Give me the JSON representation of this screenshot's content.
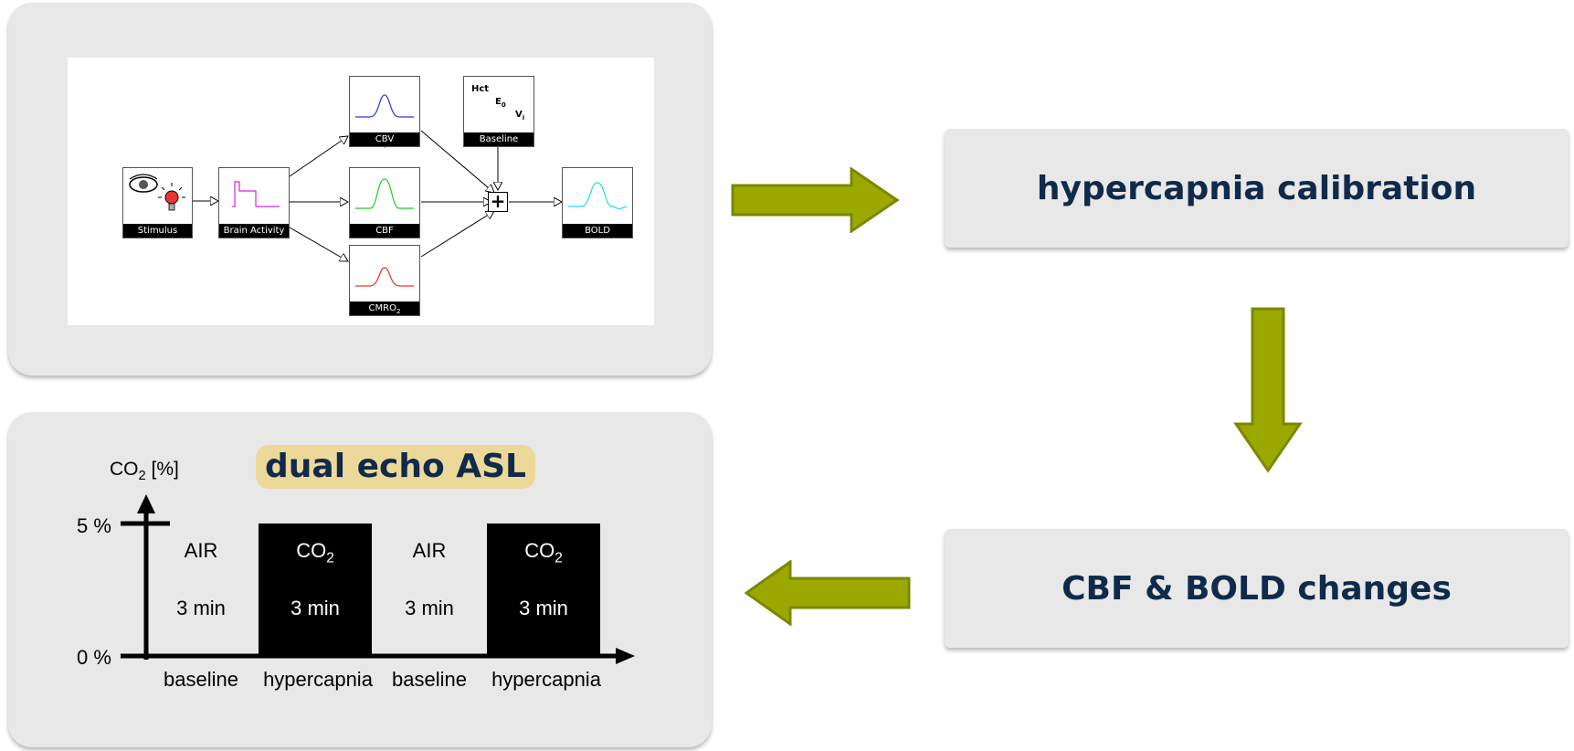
{
  "model_diagram": {
    "nodes": {
      "stimulus": "Stimulus",
      "brain_activity": "Brain Activity",
      "cbv": "CBV",
      "cbf": "CBF",
      "cmro2": "CMRO",
      "cmro2_sub": "2",
      "baseline": "Baseline",
      "bold": "BOLD"
    },
    "baseline_params": {
      "hct": "Hct",
      "e0": "E",
      "e0_sub": "0",
      "vi": "V",
      "vi_sub": "i"
    },
    "sum_symbol": "+",
    "curve_colors": {
      "cbv": "#3333dd",
      "cbf": "#22cc22",
      "cmro2": "#ee3333",
      "bold": "#22dddd",
      "brain_activity": "#dd22dd"
    }
  },
  "flow": {
    "step1": "hypercapnia calibration",
    "step2": "CBF & BOLD changes",
    "arrow_color": "#9aa800"
  },
  "paradigm": {
    "title": "dual echo ASL",
    "y_axis_label": "CO",
    "y_axis_label_sub": "2",
    "y_axis_label_unit": " [%]",
    "tick_top": "5 %",
    "tick_bottom": "0 %",
    "blocks": [
      {
        "gas": "AIR",
        "gas_sub": "",
        "duration": "3 min",
        "phase": "baseline",
        "filled": false
      },
      {
        "gas": "CO",
        "gas_sub": "2",
        "duration": "3 min",
        "phase": "hypercapnia",
        "filled": true
      },
      {
        "gas": "AIR",
        "gas_sub": "",
        "duration": "3 min",
        "phase": "baseline",
        "filled": false
      },
      {
        "gas": "CO",
        "gas_sub": "2",
        "duration": "3 min",
        "phase": "hypercapnia",
        "filled": true
      }
    ]
  }
}
